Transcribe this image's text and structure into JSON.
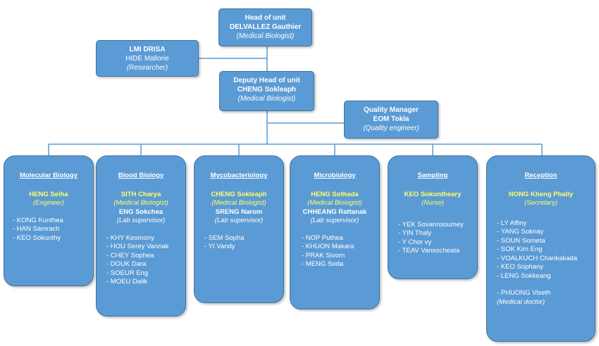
{
  "head": {
    "title": "Head of unit",
    "name": "DELVALLEZ Gauthier",
    "role": "(Medical Biologist)"
  },
  "lmi": {
    "title": "LMI DRISA",
    "name": "HIDE Mallorie",
    "role": "(Researcher)"
  },
  "deputy": {
    "title": "Deputy Head of unit",
    "name": "CHENG Sokleaph",
    "role": "(Medical Biologist)"
  },
  "quality": {
    "title": "Quality Manager",
    "name": "EOM Tokla",
    "role": "(Quality engineer)"
  },
  "departments": [
    {
      "title": "Molecular Biology",
      "lead": "HENG Seiha",
      "lead_role": "(Engineer)",
      "staff": [
        "- KONG Kunthea",
        "- HAN Samrach",
        "- KEO Sokunthy"
      ]
    },
    {
      "title": "Blood Biology",
      "lead": "SITH Charya",
      "lead_role": "(Medical Biologist)",
      "supervisor": "ENG Sokchea",
      "supervisor_role": "(Lab supervisor)",
      "staff": [
        "- KHY Keomony",
        "- HOU Serey Vannak",
        "- CHEY Sophea",
        "- DOUK Dara",
        "- SOEUR Eng",
        "- MOEU Dalik"
      ]
    },
    {
      "title": "Mycobacteriology",
      "lead": "CHENG Sokleaph",
      "lead_role": "(Medical Biologist)",
      "supervisor": "SRENG Narom",
      "supervisor_role": "(Lab supervisor)",
      "staff": [
        "- SEM Sopha",
        "- YI Vandy"
      ]
    },
    {
      "title": "Microbiology",
      "lead": "HENG Sothada",
      "lead_role": "(Medical Biologist)",
      "supervisor": "CHHEANG Rattanak",
      "supervisor_role": "(Lab supervisor)",
      "staff": [
        "- NOP Puthea",
        "- KHUON Makara",
        "- PRAK Sivorn",
        "- MENG Soda"
      ]
    },
    {
      "title": "Sampling",
      "lead": "KEO Sokuntheary",
      "lead_role": "(Nurse)",
      "staff": [
        "- YEK Sovannsoumey",
        "- YIN Thaly",
        "- Y Chor vy",
        "- TEAV Vansocheata"
      ]
    },
    {
      "title": "Reception",
      "lead": "NONG Kheng Phally",
      "lead_role": "(Secretary)",
      "staff": [
        "- LY Affiny",
        "- YANG Soknay",
        "- SOUN Someta",
        "- SOK Kim Eng",
        "- VOALKUCH Chankakada",
        "- KEO Sophany",
        "- LENG Sokkeang"
      ],
      "extra": "- PHUONG Viseth",
      "extra_role": "(Medical doctor)"
    }
  ],
  "colors": {
    "box_fill": "#5b9bd5",
    "box_border": "#41719c",
    "lead_text": "#ffff66",
    "connector": "#5b9bd5"
  }
}
